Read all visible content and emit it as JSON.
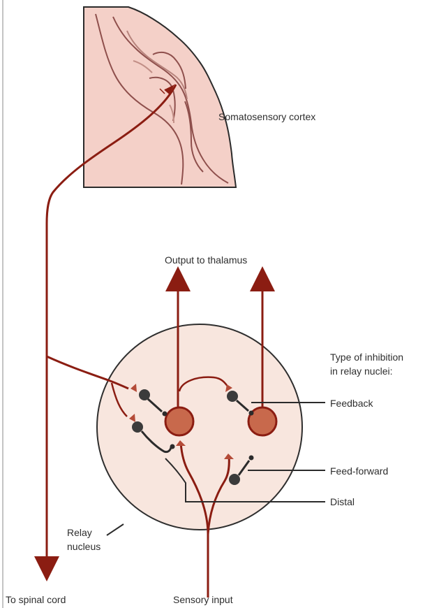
{
  "labels": {
    "cortex": "Somatosensory cortex",
    "output": "Output to thalamus",
    "inhibition_title_1": "Type of inhibition",
    "inhibition_title_2": "in relay nuclei:",
    "feedback": "Feedback",
    "feed_forward": "Feed-forward",
    "distal": "Distal",
    "relay_1": "Relay",
    "relay_2": "nucleus",
    "spinal": "To spinal cord",
    "sensory": "Sensory input"
  },
  "colors": {
    "pathway": "#8b1d12",
    "cortex_fill": "#f1c9c2",
    "cortex_inner": "#e9b5ad",
    "nucleus_fill": "#f6e6df",
    "relay_cell": "#c96a4f",
    "interneuron": "#3b3b3b",
    "label": "#2e2e2e"
  }
}
